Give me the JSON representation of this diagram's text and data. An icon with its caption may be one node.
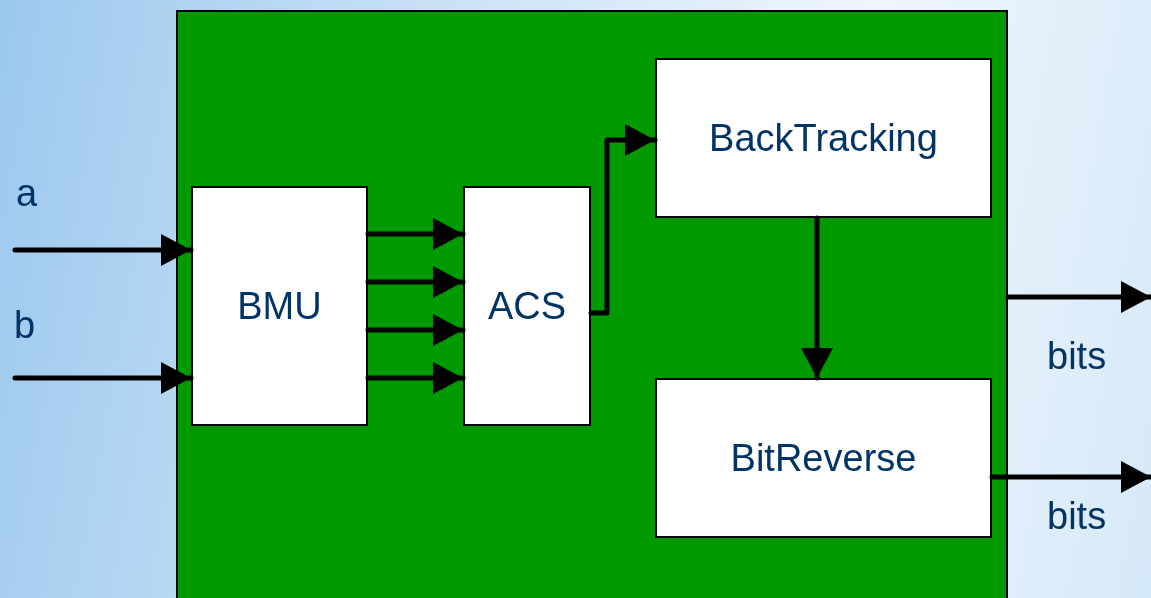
{
  "diagram": {
    "nodes": [
      {
        "text": [],
        "shape": "box"
      },
      {
        "text": [
          "BMU"
        ],
        "in": 0
      },
      {
        "text": [
          "ACS"
        ],
        "in": 0
      },
      {
        "text": [
          "BackTracking"
        ],
        "in": 0
      },
      {
        "text": [
          "BitReverse"
        ],
        "in": 0
      }
    ],
    "edges": [
      {
        "from": null,
        "to": 1,
        "arrow": "to",
        "label": "a"
      },
      {
        "from": null,
        "to": 1,
        "arrow": "to",
        "label": "b"
      },
      {
        "from": 1,
        "to": 2,
        "arrow": "to"
      },
      {
        "from": 1,
        "to": 2,
        "arrow": "to"
      },
      {
        "from": 1,
        "to": 2,
        "arrow": "to"
      },
      {
        "from": 1,
        "to": 2,
        "arrow": "to"
      },
      {
        "from": 2,
        "to": 3,
        "arrow": "to"
      },
      {
        "from": 3,
        "to": 4,
        "arrow": "to"
      },
      {
        "from": 0,
        "to": null,
        "arrow": "to",
        "label": "bits"
      },
      {
        "from": 4,
        "to": null,
        "arrow": "to",
        "label": "bits"
      }
    ]
  }
}
